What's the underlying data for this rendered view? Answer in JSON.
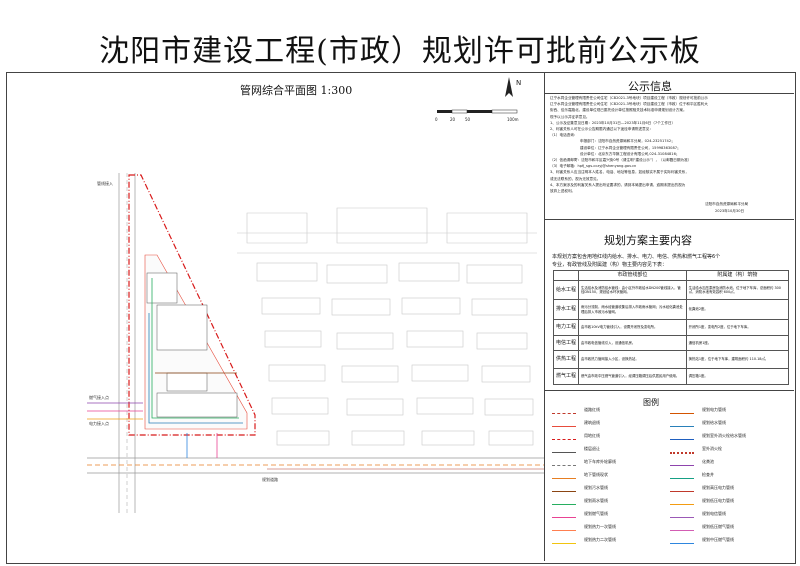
{
  "page": {
    "title": "沈阳市建设工程(市政）规划许可批前公示板"
  },
  "map": {
    "title": "管网综合平面图 1:300",
    "north_label": "N",
    "scale_labels": [
      "0",
      "20",
      "50",
      "100m"
    ]
  },
  "notice": {
    "title": "公示信息",
    "lines": [
      "辽宁水同企业管理有限责任公司住宅（CB2021-3号地块）项目建设工程（市政）规划许可批前公示",
      "辽宁水同企业管理有限责任公司住宅（CB2021-3号地块）项目建设工程（市政）位于和平区胜利大",
      "街西、佳乐嘉路北，建设单位现已委托设计单位按照相关技术标准申请规划设计方案。",
      "现予以公示并征求意见。",
      "1、公示及征集意见日期：2023年10月31日—2023年11月6日（7个工作日）",
      "2、利害关系人可在公示公告期限内通过以下途径申请陈述意见：",
      "（1）电话咨询：",
      "申报部门：沈阳市自然资源局和平分局，024-23251742；",
      "建设单位：辽宁水同企业管理有限责任公司，15998363087；",
      "设计单位：北京东方华脉工程设计有限公司,024-31084816；",
      "（2）信函请邮寄：沈阳市和平区嘉兴街0号（请注明“建设公示”），（以邮戳日期为准）",
      "（3）电子邮箱：hpfj_sgs-cczyj@shenyang.gov.cn",
      "3、利害关系人应当注明本人姓名、电话、地址等信息，如经核实不属于实际利害关系，",
      "或无法联系的，视为无效意见。",
      "4、本方案涉及的利害关系人提出听证要求的，请到本局提出申请，逾期未提出的视为",
      "放弃上述权利。"
    ],
    "signature": "沈阳市自然资源局和平分局",
    "date": "2023年10月30日"
  },
  "plan": {
    "title": "规划方案主要内容",
    "intro": [
      "本规划方案包含用地红线内给水、排水、电力、电信、供热和燃气工程等6个",
      "专业，有政管线及附属建（构）物主要内容见下表："
    ],
    "headers": [
      "",
      "市政管线部位",
      "附属建（构）筑物"
    ],
    "rows": [
      {
        "category": "给水工程",
        "pipe": "生活给水及消防给水管线：由小区外市政给水DN200管线接入，管径DN150，规划给水环状管网。",
        "facility": "生活给水加压泵房及消防水池，位于地下车库，总面积约 300㎡，消防水池有效容积 600㎥。"
      },
      {
        "category": "排水工程",
        "pipe": "雨污分流制，雨水经管道收集后排入市政雨水管网；污水经化粪池处理后排入市政污水管网。",
        "facility": "化粪池2座。"
      },
      {
        "category": "电力工程",
        "pipe": "由市政10kV电力管线引入，设置开闭所及变电所。",
        "facility": "开闭所1座，变电所2座，位于地下车库。"
      },
      {
        "category": "电信工程",
        "pipe": "由市政电信管线引入，设通信机房。",
        "facility": "通信机房1座。"
      },
      {
        "category": "供热工程",
        "pipe": "由市政热力管网接入小区，设换热站。",
        "facility": "换热站1座，位于地下车库，建筑面积约 110.18㎡。"
      },
      {
        "category": "燃气工程",
        "pipe": "燃气由市政中压燃气管道引入，经调压箱调压后供居民用户使用。",
        "facility": "调压箱1座。"
      }
    ]
  },
  "legend": {
    "title": "图例",
    "items": [
      {
        "label": "道路红线",
        "color": "#c0392b",
        "style": "dash"
      },
      {
        "label": "规划电力管线",
        "color": "#d35400",
        "style": "solid"
      },
      {
        "label": "建筑退线",
        "color": "#e74c3c",
        "style": "solid"
      },
      {
        "label": "规划给水管线",
        "color": "#2980b9",
        "style": "solid"
      },
      {
        "label": "用地红线",
        "color": "#d81b1b",
        "style": "dashdot"
      },
      {
        "label": "规划室外消火栓给水管线",
        "color": "#1f5fbf",
        "style": "solid"
      },
      {
        "label": "楼层退让",
        "color": "#555555",
        "style": "solid"
      },
      {
        "label": "室外消火栓",
        "color": "#c0392b",
        "style": "dot"
      },
      {
        "label": "地下车库外轮廓线",
        "color": "#777777",
        "style": "dash"
      },
      {
        "label": "化粪池",
        "color": "#8e44ad",
        "style": "solid"
      },
      {
        "label": "地下管线现状",
        "color": "#e67e22",
        "style": "solid"
      },
      {
        "label": "检查井",
        "color": "#16a085",
        "style": "solid"
      },
      {
        "label": "规划污水管线",
        "color": "#8b4513",
        "style": "solid"
      },
      {
        "label": "规划高压电力管线",
        "color": "#c0392b",
        "style": "solid"
      },
      {
        "label": "规划雨水管线",
        "color": "#27ae60",
        "style": "solid"
      },
      {
        "label": "规划低压电力管线",
        "color": "#f39c12",
        "style": "solid"
      },
      {
        "label": "规划燃气管线",
        "color": "#e84393",
        "style": "solid"
      },
      {
        "label": "规划电信管线",
        "color": "#9b59b6",
        "style": "solid"
      },
      {
        "label": "规划热力一次管线",
        "color": "#ff7f50",
        "style": "solid"
      },
      {
        "label": "规划低压燃气管线",
        "color": "#d35db3",
        "style": "solid"
      },
      {
        "label": "规划热力二次管线",
        "color": "#f1c40f",
        "style": "solid"
      },
      {
        "label": "规划中压燃气管线",
        "color": "#2e86de",
        "style": "solid"
      }
    ]
  }
}
